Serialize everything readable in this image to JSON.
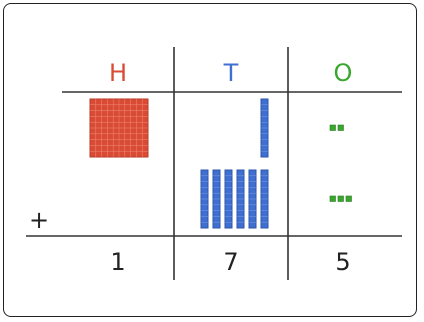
{
  "headers": {
    "hundreds": "H",
    "tens": "T",
    "ones": "O"
  },
  "colors": {
    "hundreds": "#d94b35",
    "tens": "#3f6fd1",
    "ones": "#3aa62f",
    "line": "#333333"
  },
  "operator": "+",
  "result": {
    "hundreds": "1",
    "tens": "7",
    "ones": "5"
  },
  "addends": [
    {
      "hundreds": 1,
      "tens": 1,
      "ones": 2
    },
    {
      "hundreds": 0,
      "tens": 6,
      "ones": 3
    }
  ]
}
